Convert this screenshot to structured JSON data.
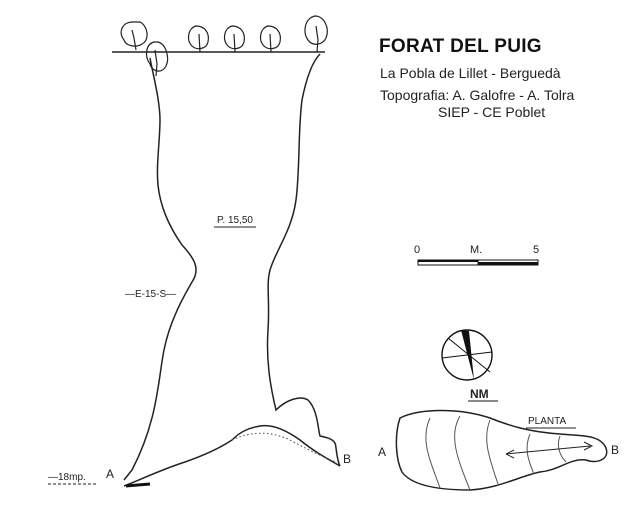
{
  "header": {
    "title": "FORAT DEL PUIG",
    "location": "La Pobla de Lillet - Berguedà",
    "survey": "Topografia: A. Galofre - A. Tolra",
    "club": "SIEP - CE Poblet"
  },
  "section": {
    "pitch_label": "P. 15,50",
    "bearing_label": "—E-15-S—",
    "depth_label": "—18mp.",
    "point_a": "A",
    "point_b": "B"
  },
  "scale_bar": {
    "min_label": "0",
    "unit_label": "M.",
    "max_label": "5"
  },
  "compass": {
    "label": "NM"
  },
  "plan": {
    "label": "PLANTA",
    "point_a": "A",
    "point_b": "B"
  }
}
